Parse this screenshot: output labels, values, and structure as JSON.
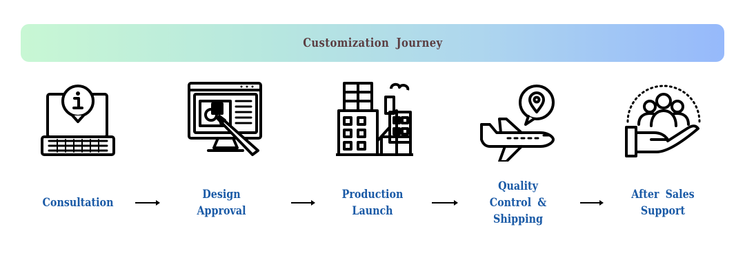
{
  "title": "Customization  Journey",
  "steps": [
    {
      "icon": "laptop-info-icon",
      "lines": [
        "Consultation"
      ]
    },
    {
      "icon": "monitor-design-pen-icon",
      "lines": [
        "Design",
        "Approval"
      ]
    },
    {
      "icon": "factory-icon",
      "lines": [
        "Production",
        "Launch"
      ]
    },
    {
      "icon": "airplane-location-icon",
      "lines": [
        "Quality",
        "Control &",
        "Shipping"
      ]
    },
    {
      "icon": "support-hand-people-icon",
      "lines": [
        "After Sales",
        "Support"
      ]
    }
  ],
  "colors": {
    "title": "#5b3e42",
    "labels": "#1a5aa6",
    "gradient_start": "#c8f7d4",
    "gradient_end": "#96b9fb"
  }
}
